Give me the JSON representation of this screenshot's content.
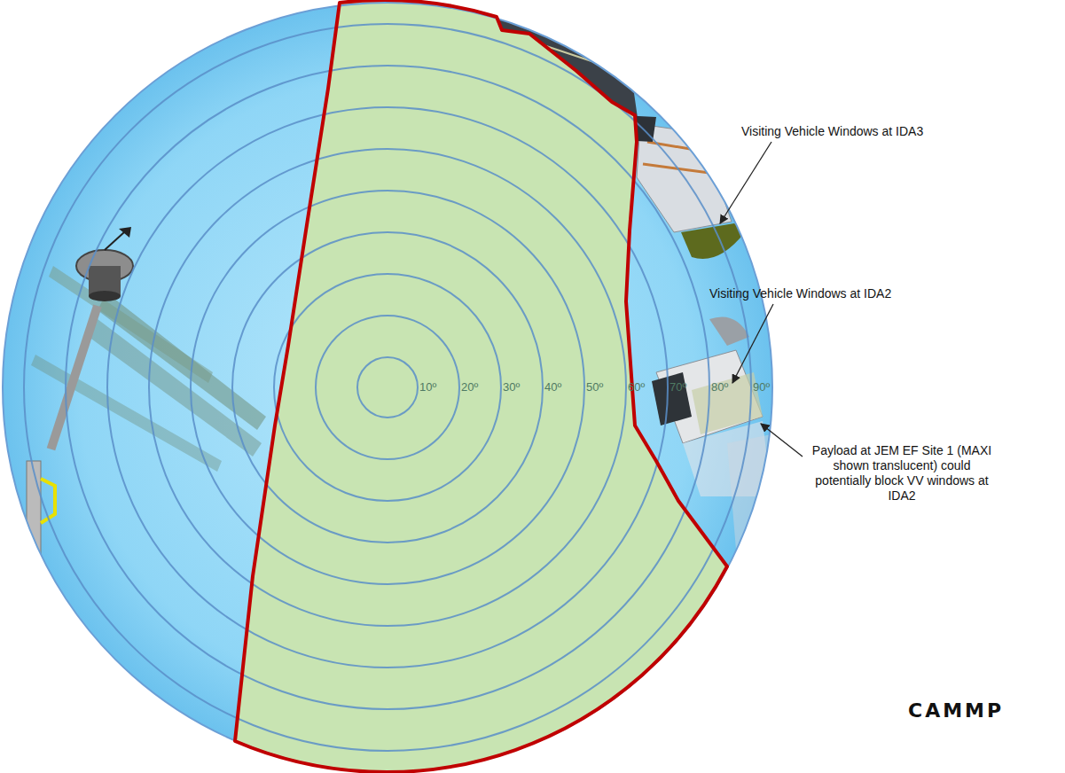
{
  "diagram": {
    "labels": [
      "10º",
      "20º",
      "30º",
      "40º",
      "50º",
      "60º",
      "70º",
      "80º",
      "90º",
      "Visiting Vehicle Windows at IDA3",
      "Visiting Vehicle Windows at IDA2",
      "Payload at JEM EF Site 1 (MAXI shown translucent) could potentially block VV windows at IDA2",
      "CAMMP"
    ]
  }
}
